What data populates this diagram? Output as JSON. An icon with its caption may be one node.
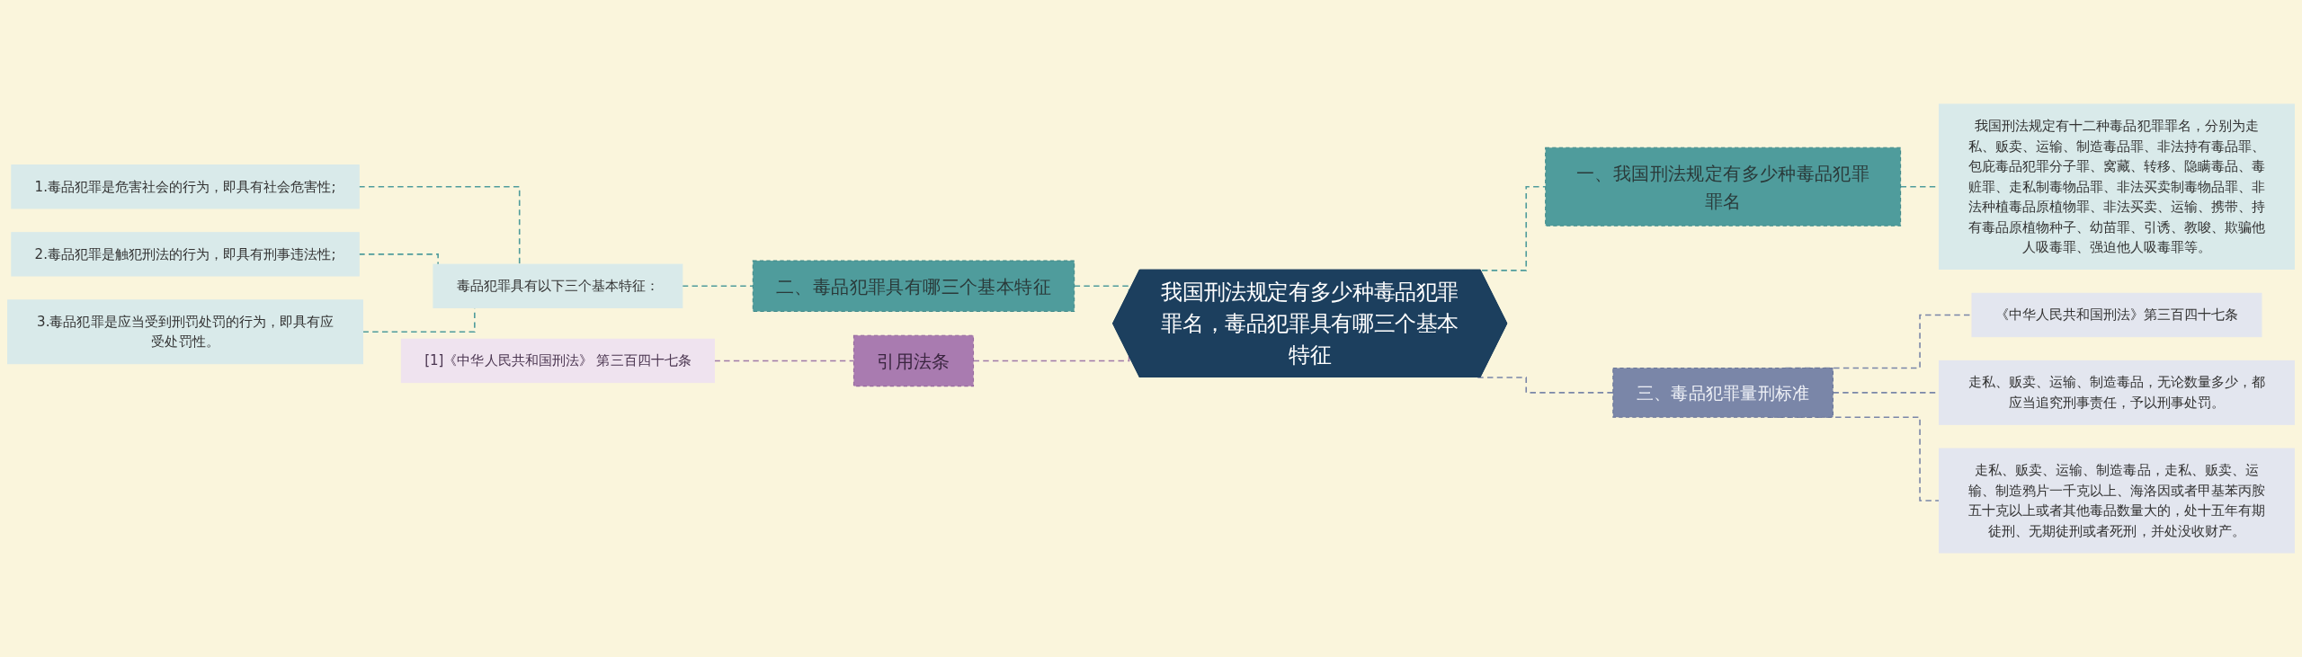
{
  "diagram": {
    "nodes": [
      {
        "text": [
          "我国刑法规定有多少种毒品犯罪罪名，毒品犯罪具有哪三个基本特征"
        ]
      },
      {
        "text": [
          "一、我国刑法规定有多少种毒品犯罪罪名"
        ]
      },
      {
        "text": [
          "我国刑法规定有十二种毒品犯罪罪名，分别为走私、贩卖、运输、制造毒品罪、非法持有毒品罪、包庇毒品犯罪分子罪、窝藏、转移、隐瞒毒品、毒赃罪、走私制毒物品罪、非法买卖制毒物品罪、非法种植毒品原植物罪、非法买卖、运输、携带、持有毒品原植物种子、幼苗罪、引诱、教唆、欺骗他人吸毒罪、强迫他人吸毒罪等。"
        ]
      },
      {
        "text": [
          "三、毒品犯罪量刑标准"
        ]
      },
      {
        "text": [
          "《中华人民共和国刑法》第三百四十七条"
        ]
      },
      {
        "text": [
          "走私、贩卖、运输、制造毒品，无论数量多少，都应当追究刑事责任，予以刑事处罚。"
        ]
      },
      {
        "text": [
          "走私、贩卖、运输、制造毒品，走私、贩卖、运输、制造鸦片一千克以上、海洛因或者甲基苯丙胺五十克以上或者其他毒品数量大的，处十五年有期徒刑、无期徒刑或者死刑，并处没收财产。"
        ]
      },
      {
        "text": [
          "二、毒品犯罪具有哪三个基本特征"
        ]
      },
      {
        "text": [
          "毒品犯罪具有以下三个基本特征："
        ]
      },
      {
        "text": [
          "1.毒品犯罪是危害社会的行为，即具有社会危害性;"
        ]
      },
      {
        "text": [
          "2.毒品犯罪是触犯刑法的行为，即具有刑事违法性;"
        ]
      },
      {
        "text": [
          "3.毒品犯罪是应当受到刑罚处罚的行为，即具有应受处罚性。"
        ]
      },
      {
        "text": [
          "引用法条"
        ]
      },
      {
        "text": [
          "[1]《中华人民共和国刑法》 第三百四十七条"
        ]
      }
    ],
    "edges": [
      {
        "from": 0,
        "to": 1,
        "arrow": "none",
        "style": "dashed"
      },
      {
        "from": 1,
        "to": 2,
        "arrow": "none",
        "style": "dashed"
      },
      {
        "from": 0,
        "to": 3,
        "arrow": "none",
        "style": "dashed",
        "color": "#7a86a8"
      },
      {
        "from": 3,
        "to": 4,
        "arrow": "none",
        "style": "dashed",
        "color": "#7a86a8"
      },
      {
        "from": 3,
        "to": 5,
        "arrow": "none",
        "style": "dashed",
        "color": "#7a86a8"
      },
      {
        "from": 3,
        "to": 6,
        "arrow": "none",
        "style": "dashed",
        "color": "#7a86a8"
      },
      {
        "from": 0,
        "to": 7,
        "arrow": "none",
        "style": "dashed"
      },
      {
        "from": 7,
        "to": 8,
        "arrow": "none",
        "style": "dashed"
      },
      {
        "from": 8,
        "to": 9,
        "arrow": "none",
        "style": "dashed"
      },
      {
        "from": 8,
        "to": 10,
        "arrow": "none",
        "style": "dashed"
      },
      {
        "from": 8,
        "to": 11,
        "arrow": "none",
        "style": "dashed"
      },
      {
        "from": 0,
        "to": 12,
        "arrow": "none",
        "style": "dashed",
        "color": "#a07aa8"
      },
      {
        "from": 12,
        "to": 13,
        "arrow": "none",
        "style": "dashed",
        "color": "#a07aa8"
      }
    ]
  }
}
